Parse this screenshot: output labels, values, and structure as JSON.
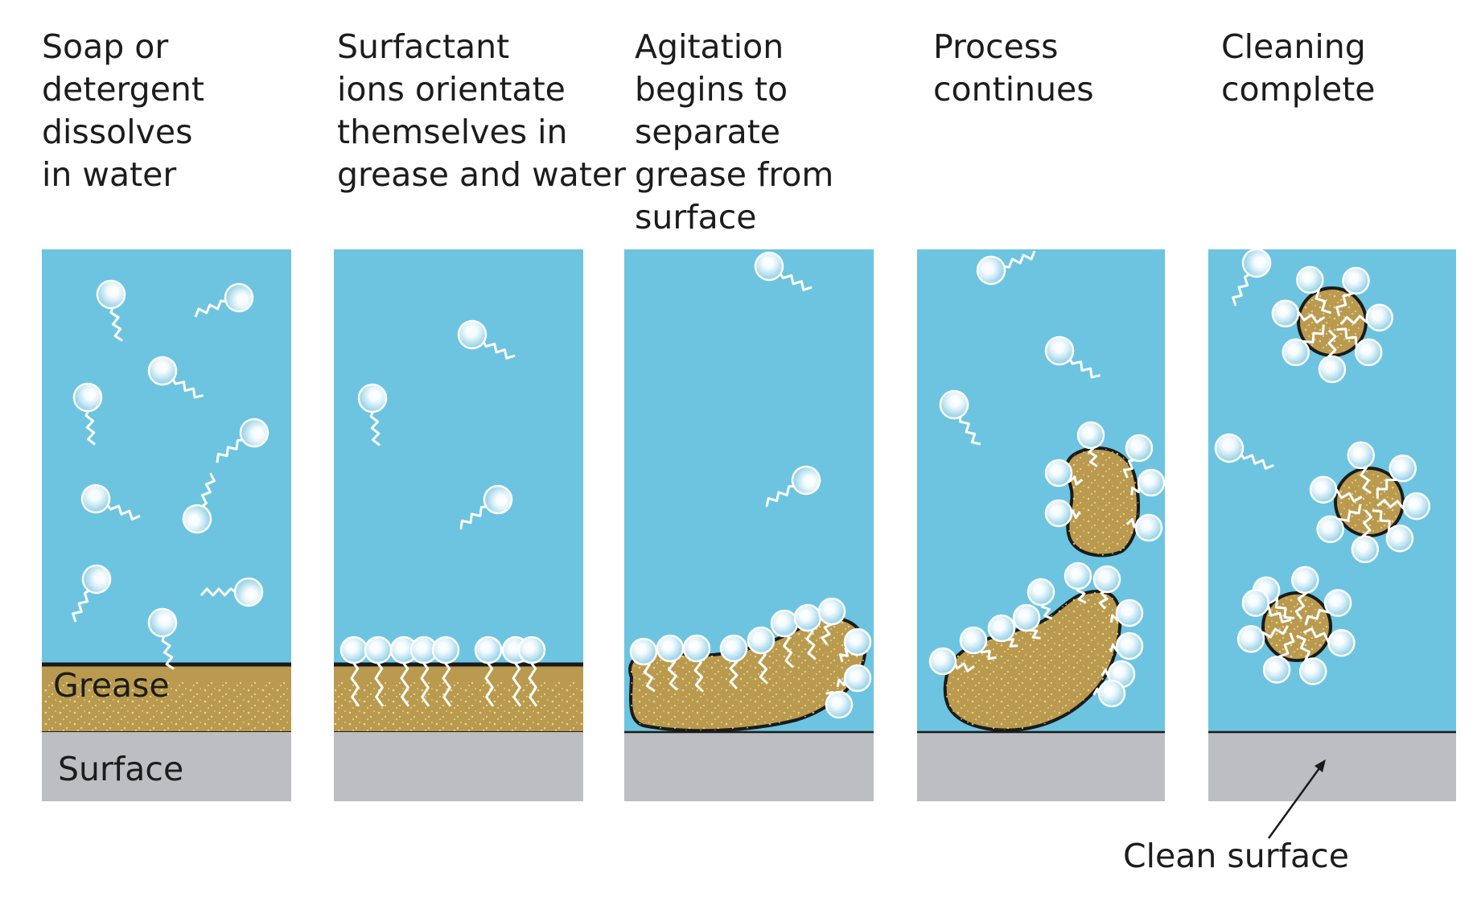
{
  "panels": [
    {
      "caption": [
        "Soap or",
        "detergent",
        "dissolves",
        "in water"
      ]
    },
    {
      "caption": [
        "Surfactant",
        "ions orientate",
        "themselves in",
        "grease and water"
      ]
    },
    {
      "caption": [
        "Agitation",
        "begins to",
        "separate",
        "grease from",
        "surface"
      ]
    },
    {
      "caption": [
        "Process",
        "continues"
      ]
    },
    {
      "caption": [
        "Cleaning",
        "complete"
      ]
    }
  ],
  "labels": {
    "grease": "Grease",
    "surface": "Surface",
    "clean_surface": "Clean surface"
  },
  "colors": {
    "water": "#6cc4e0",
    "grease": "#b99a4e",
    "surface": "#bdbec2",
    "line": "#1a1a1a"
  }
}
